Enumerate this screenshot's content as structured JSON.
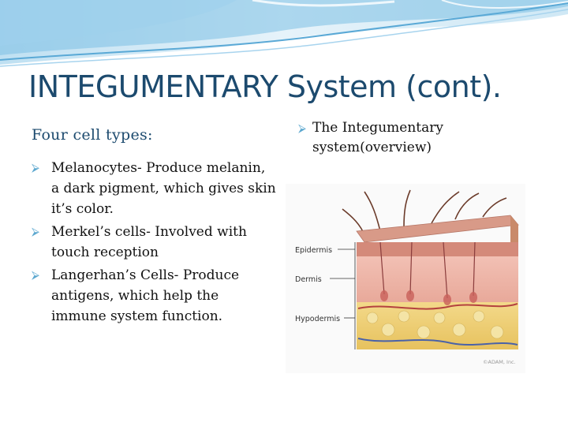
{
  "slide": {
    "title": "INTEGUMENTARY System (cont).",
    "colors": {
      "title": "#1c4a6e",
      "bullet": "#5ba7cf",
      "banner": "#5aa9d6"
    }
  },
  "left": {
    "subheading": "Four cell types:",
    "bullet_icon": "arrow-right-icon",
    "bullets": [
      "Melanocytes- Produce melanin, a dark pigment, which gives skin it’s color.",
      "Merkel’s cells- Involved with touch reception",
      "Langerhan’s Cells- Produce antigens, which help the immune system function."
    ]
  },
  "right": {
    "heading": "The Integumentary system(overview)",
    "figure": {
      "labels": {
        "epidermis": "Epidermis",
        "dermis": "Dermis",
        "hypodermis": "Hypodermis"
      },
      "credit": "©ADAM, Inc."
    }
  }
}
